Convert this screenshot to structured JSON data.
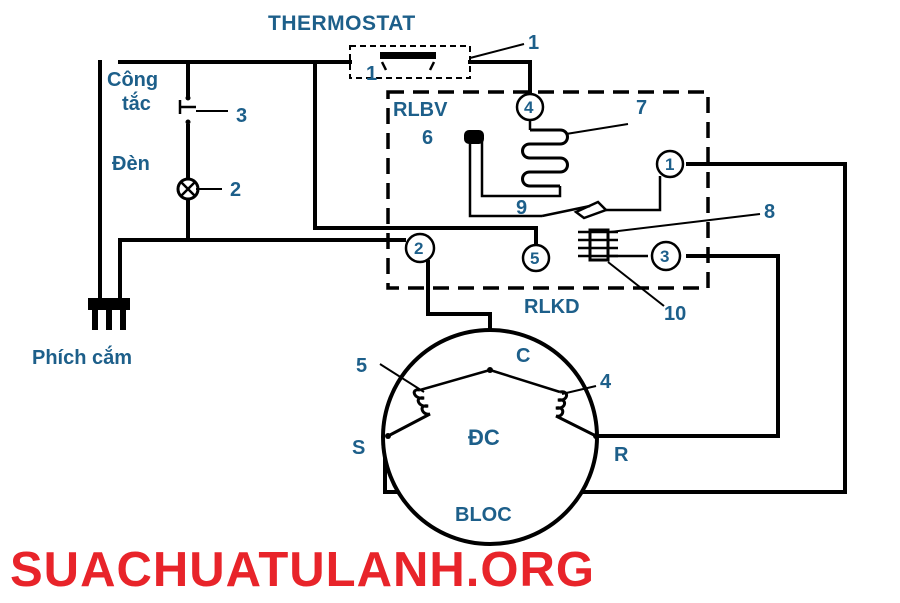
{
  "labels": {
    "thermostat": "THERMOSTAT",
    "thermostat_inner": "1",
    "switch_line1": "Công",
    "switch_line2": "tắc",
    "lamp": "Đèn",
    "plug": "Phích cắm",
    "rlbv": "RLBV",
    "rlkd": "RLKD",
    "motor": "ĐC",
    "bloc": "BLOC",
    "terminal_c": "C",
    "terminal_s": "S",
    "terminal_r": "R"
  },
  "terminals": [
    "4",
    "1",
    "2",
    "5",
    "3"
  ],
  "callouts": [
    "1",
    "3",
    "2",
    "7",
    "6",
    "9",
    "8",
    "10",
    "5",
    "4"
  ],
  "footer": {
    "text": "SUACHUATULANH.ORG",
    "color": "#e8242a"
  },
  "colors": {
    "text": "#1d5f8a",
    "wire": "#000000",
    "footer": "#e8242a"
  }
}
